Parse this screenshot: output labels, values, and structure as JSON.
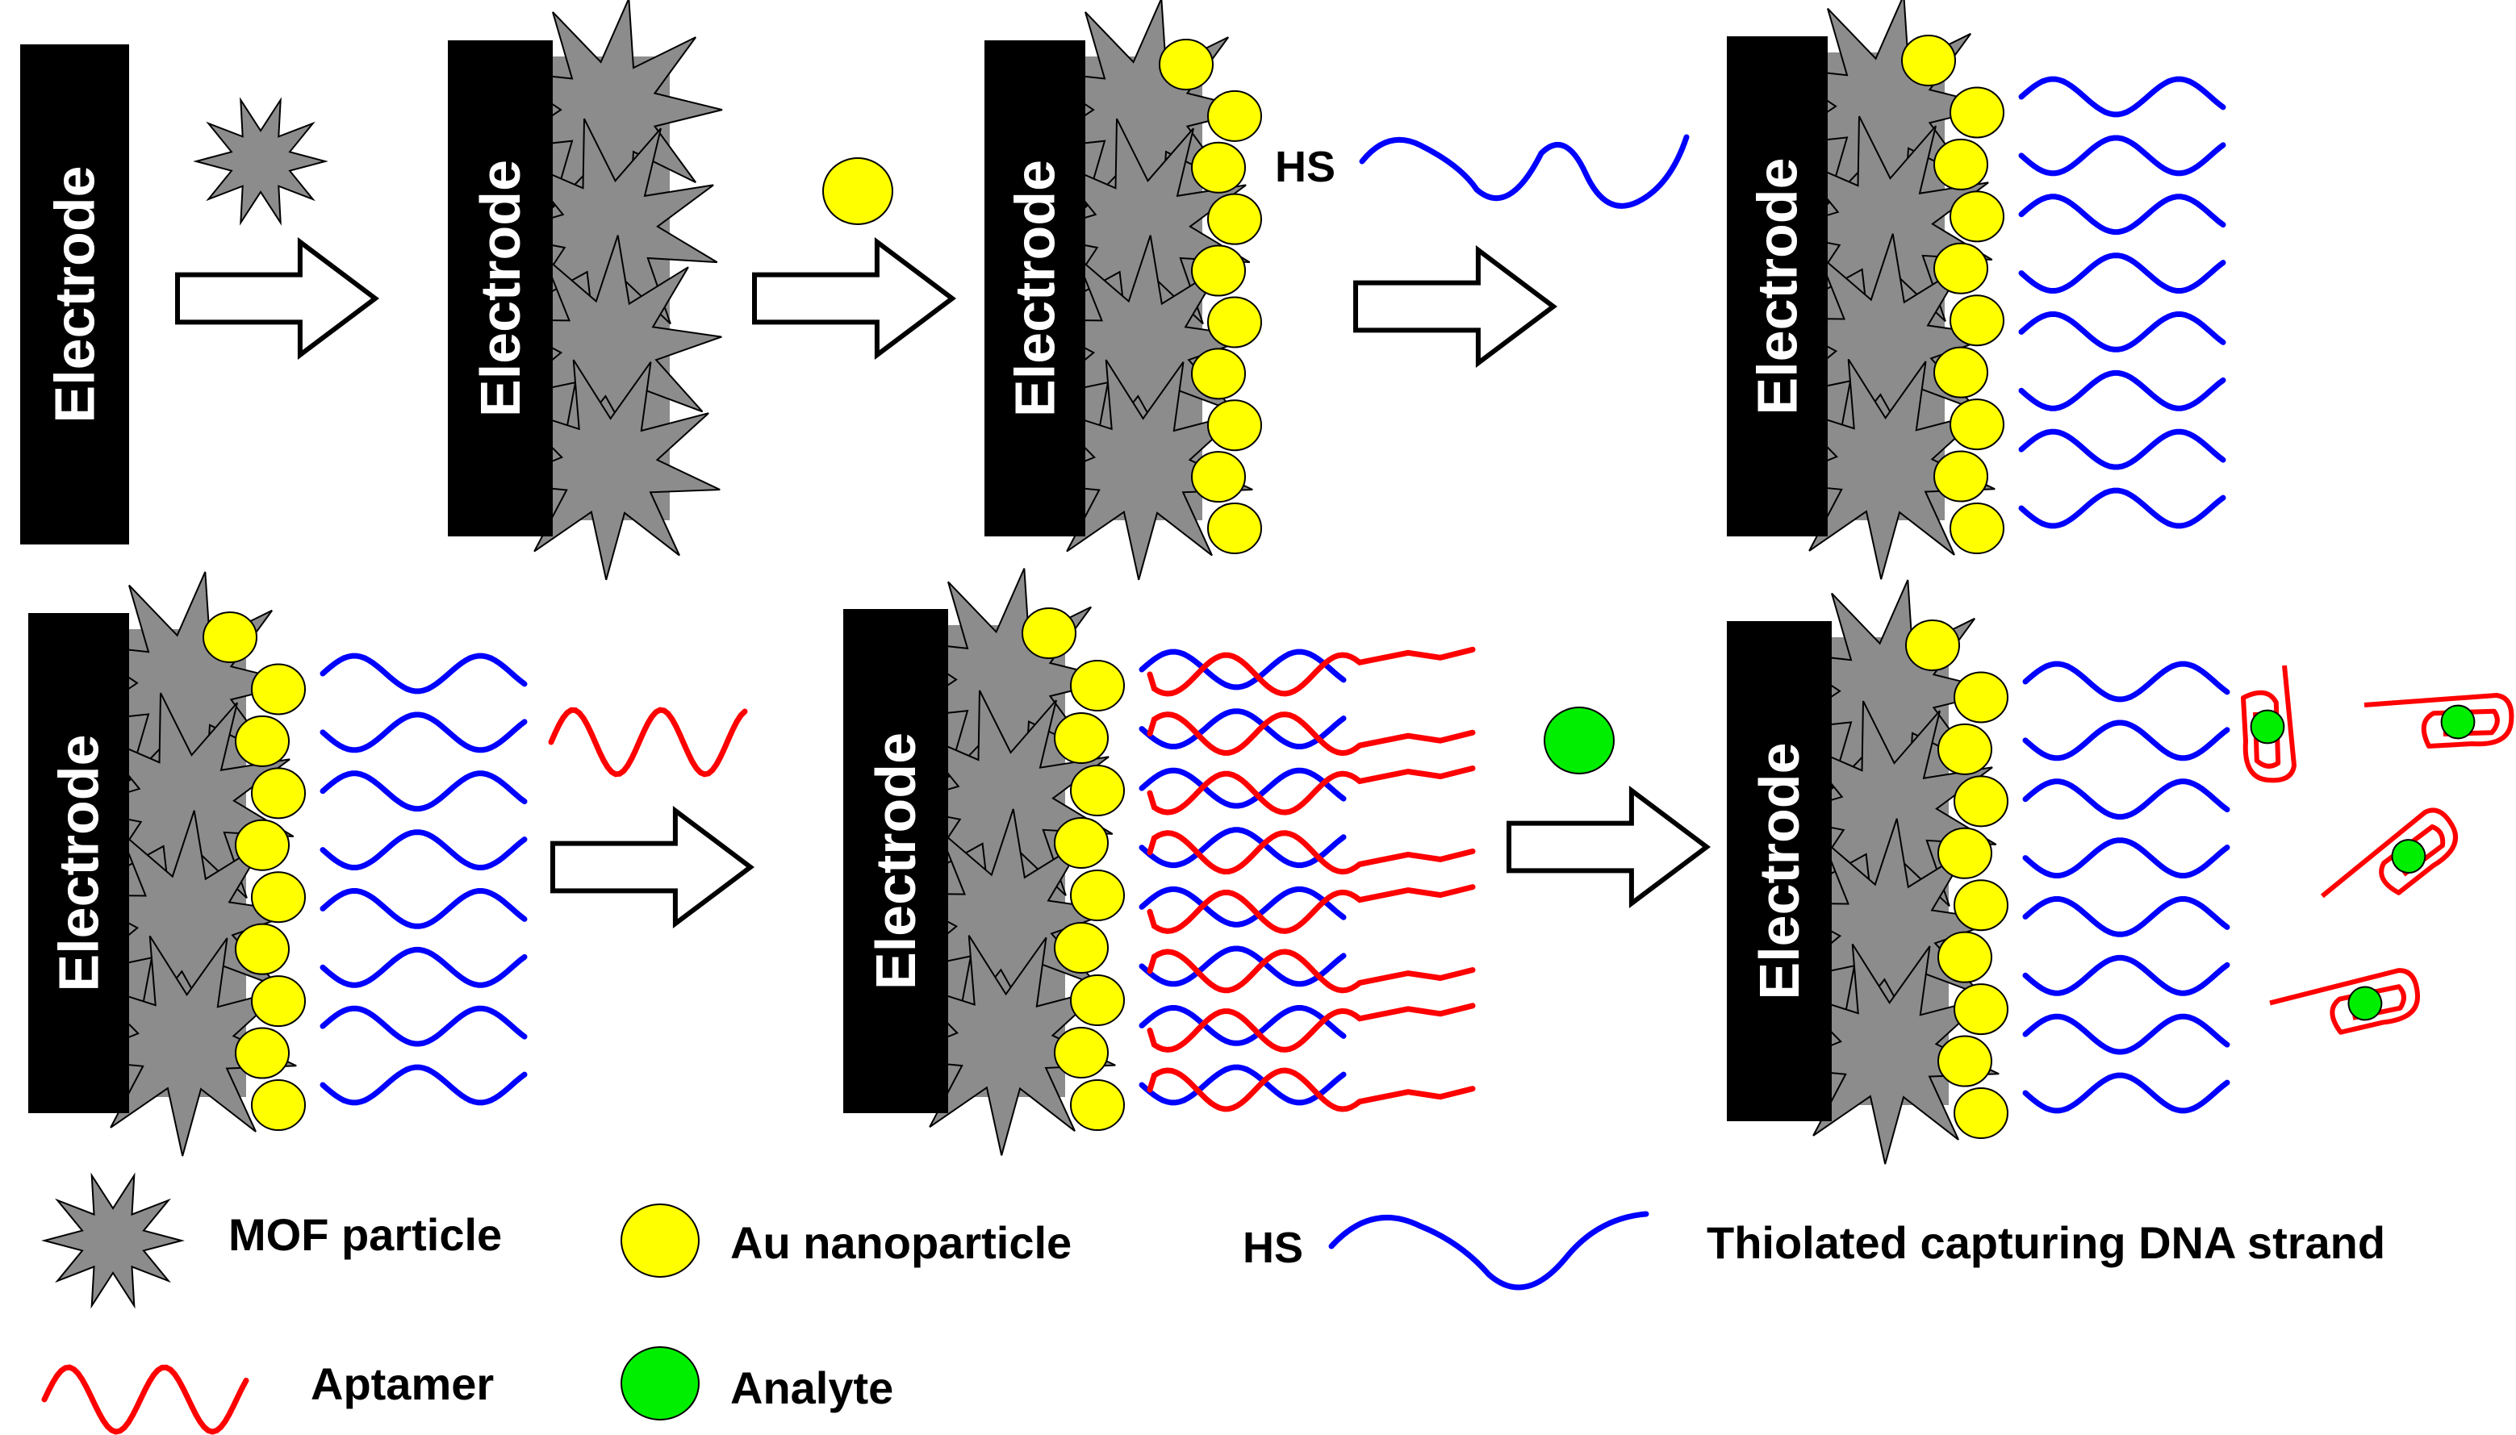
{
  "panels": [
    {
      "electrode_label": "Electrode",
      "mof": false,
      "au": false,
      "dna": false,
      "aptamer": false,
      "analyte": false
    },
    {
      "electrode_label": "Electrode",
      "mof": true,
      "au": false,
      "dna": false,
      "aptamer": false,
      "analyte": false
    },
    {
      "electrode_label": "Electrode",
      "mof": true,
      "au": true,
      "dna": false,
      "aptamer": false,
      "analyte": false
    },
    {
      "electrode_label": "Electrode",
      "mof": true,
      "au": true,
      "dna": true,
      "aptamer": false,
      "analyte": false
    },
    {
      "electrode_label": "Electrode",
      "mof": true,
      "au": true,
      "dna": true,
      "aptamer": false,
      "analyte": false
    },
    {
      "electrode_label": "Electrode",
      "mof": true,
      "au": true,
      "dna": true,
      "aptamer": true,
      "analyte": false
    },
    {
      "electrode_label": "Electrode",
      "mof": true,
      "au": true,
      "dna": true,
      "aptamer": false,
      "analyte": true
    }
  ],
  "reagents": {
    "thiol_label": "HS"
  },
  "legend": {
    "mof": "MOF particle",
    "au": "Au nanoparticle",
    "dna_prefix": "HS",
    "dna": "Thiolated capturing DNA strand",
    "aptamer": "Aptamer",
    "analyte": "Analyte"
  },
  "colors": {
    "electrode": "#000000",
    "mof": "#8c8c8c",
    "au": "#ffff00",
    "dna": "#0000ff",
    "aptamer": "#ff0000",
    "analyte": "#00ee00"
  }
}
